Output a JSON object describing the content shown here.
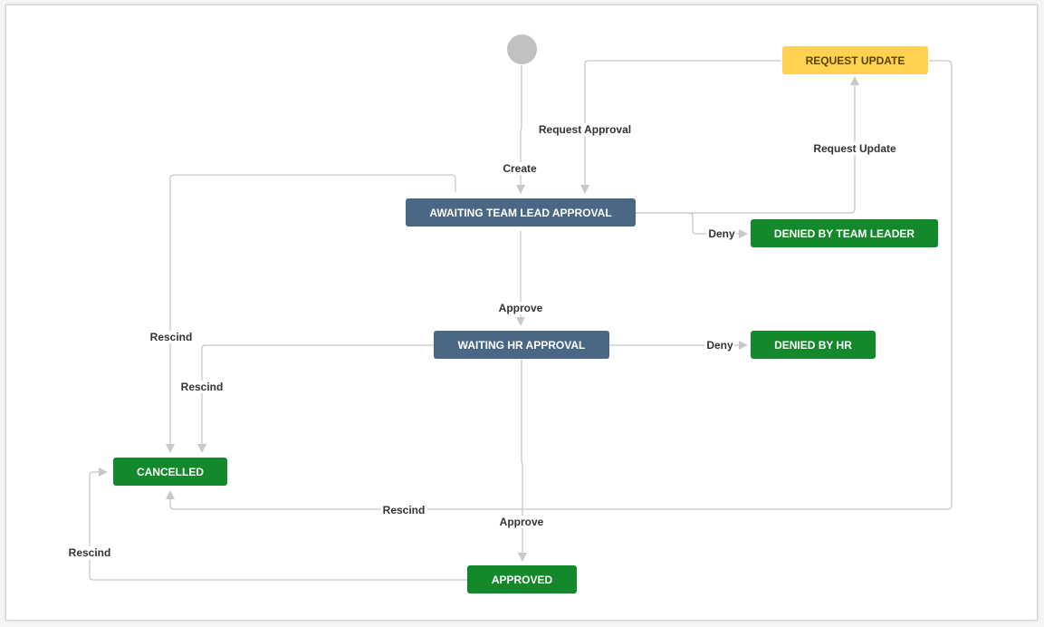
{
  "colors": {
    "in_progress": "#4a6785",
    "done": "#14892c",
    "todo": "#ffd351",
    "start": "#c1c1c1",
    "edge": "#c8c8c8",
    "arrow": "#c8c8c8"
  },
  "statuses": {
    "request_update": "REQUEST UPDATE",
    "awaiting_team_lead_approval": "AWAITING TEAM LEAD APPROVAL",
    "denied_by_team_leader": "DENIED BY TEAM LEADER",
    "waiting_hr_approval": "WAITING HR APPROVAL",
    "denied_by_hr": "DENIED BY HR",
    "cancelled": "CANCELLED",
    "approved": "APPROVED"
  },
  "transitions": {
    "create": "Create",
    "request_approval": "Request Approval",
    "request_update": "Request Update",
    "deny_team_lead": "Deny",
    "approve_team_lead": "Approve",
    "deny_hr": "Deny",
    "approve_hr": "Approve",
    "rescind_team_lead": "Rescind",
    "rescind_hr": "Rescind",
    "rescind_request_update": "Rescind",
    "rescind_approved": "Rescind"
  }
}
